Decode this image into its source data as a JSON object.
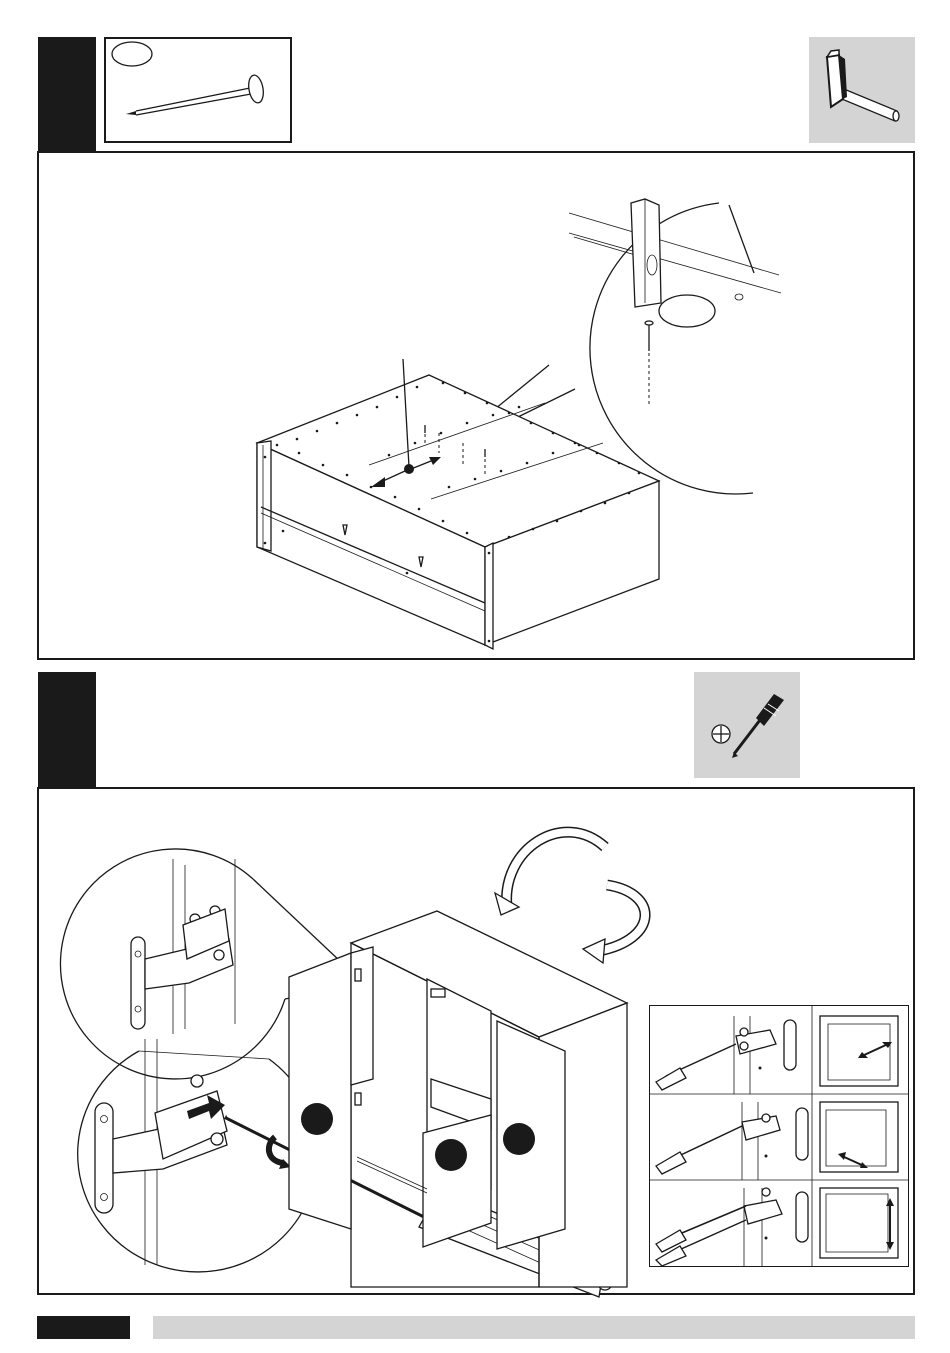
{
  "steps": [
    {
      "marker_shape": "black-arrow-down",
      "part_icon": "nail-icon",
      "part_label_oval": "",
      "tool_icon": "hammer-icon",
      "illustration": "cabinet-back-panel-nailing"
    },
    {
      "marker_shape": "black-arrow-down",
      "tool_icon": "phillips-screwdriver-icon",
      "illustration": "door-hinge-adjustment",
      "adjustments": [
        {
          "name": "depth-adjustment",
          "arrow": "diagonal"
        },
        {
          "name": "side-adjustment",
          "arrow": "horizontal"
        },
        {
          "name": "height-adjustment",
          "arrow": "vertical"
        }
      ]
    }
  ],
  "colors": {
    "ink": "#1a1a1a",
    "tool_bg": "#d4d4d4",
    "footer_bar": "#d4d4d4"
  },
  "footer": {
    "page_block": ""
  }
}
